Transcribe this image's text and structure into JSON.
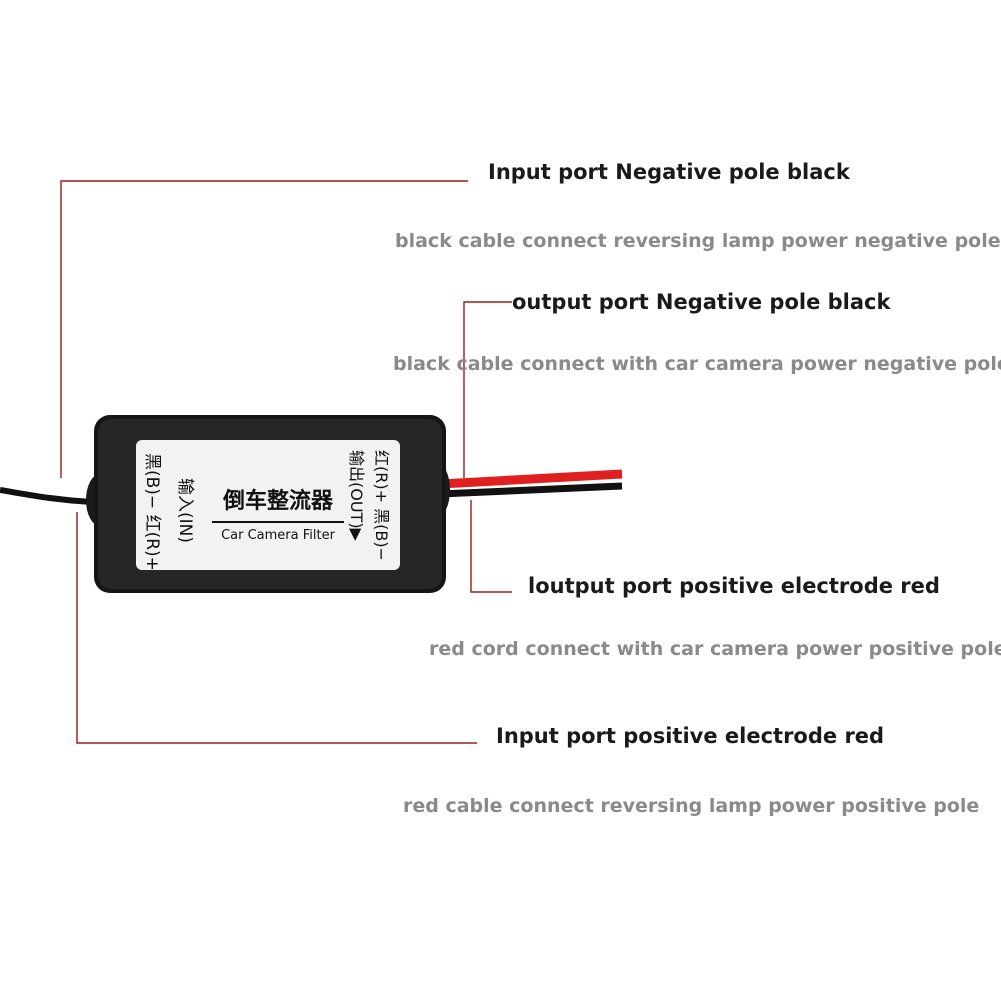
{
  "callouts": {
    "input_negative": {
      "title": "Input port Negative pole black",
      "description": "black cable connect reversing lamp power negative pole"
    },
    "output_negative": {
      "title": "output port Negative pole black",
      "description": "black cable connect with car camera power negative pole"
    },
    "output_positive": {
      "title": "loutput port positive electrode red",
      "description": "red cord connect with car camera power positive pole"
    },
    "input_positive": {
      "title": "Input port positive electrode red",
      "description": "red cable connect reversing lamp power positive pole"
    }
  },
  "device": {
    "chinese_name": "倒车整流器",
    "english_name": "Car Camera Filter",
    "input_label": "输入(IN)",
    "input_pins": "黑(B)− 红(R)+",
    "output_label": "输出(OUT)▶",
    "output_pins": "红(R)+ 黑(B)−"
  },
  "colors": {
    "leader_line": "#9b1b1b",
    "wire_red": "#e02020",
    "wire_black": "#111111",
    "housing": "#151515",
    "label_face": "#f2f2f2"
  }
}
